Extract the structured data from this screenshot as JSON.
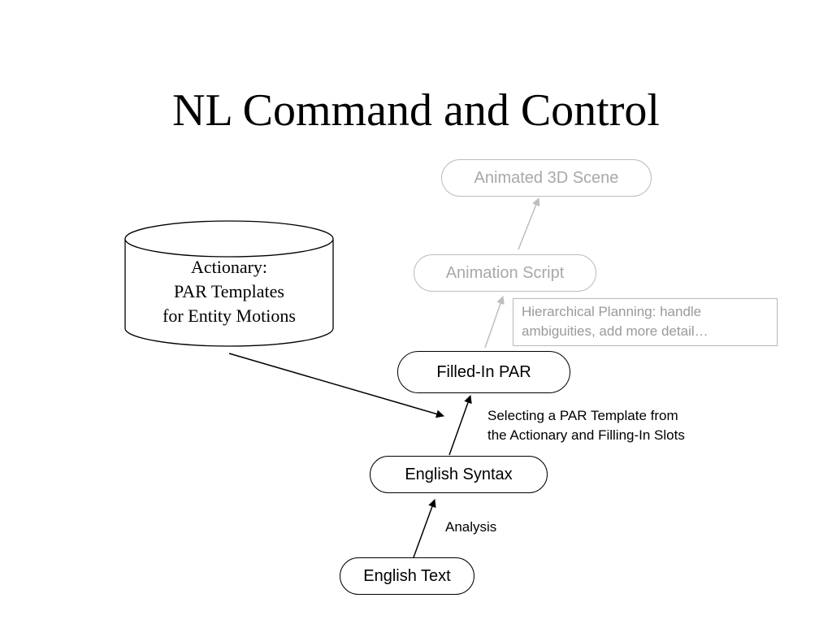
{
  "title": "NL Command and Control",
  "database": {
    "lines": [
      "Actionary:",
      "PAR Templates",
      "for Entity Motions"
    ]
  },
  "nodes": {
    "animated_scene": "Animated 3D Scene",
    "animation_script": "Animation Script",
    "filled_in_par": "Filled-In PAR",
    "english_syntax": "English Syntax",
    "english_text": "English Text"
  },
  "annotations": {
    "hierarchical_planning": [
      "Hierarchical Planning:  handle",
      "ambiguities, add more detail…"
    ],
    "selecting_template": [
      "Selecting a PAR Template from",
      "the Actionary and Filling-In Slots"
    ],
    "analysis": "Analysis"
  },
  "colors": {
    "active": "#000000",
    "faded_border": "#bdbdbd",
    "faded_text": "#a8a8a8"
  }
}
